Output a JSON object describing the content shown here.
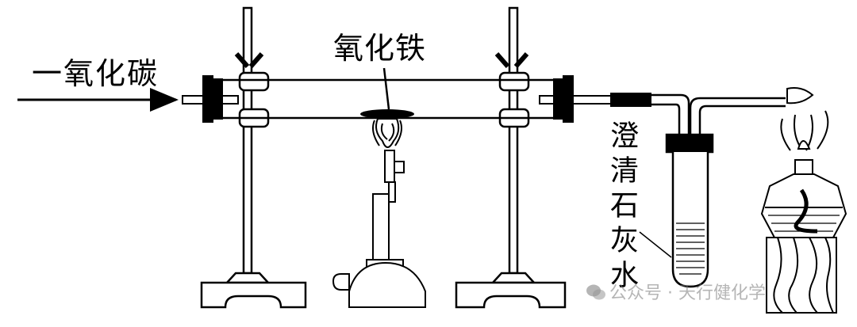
{
  "labels": {
    "carbon_monoxide": "一氧化碳",
    "ferric_oxide": "氧化铁",
    "limewater": "澄清石灰水"
  },
  "watermark": {
    "text": "公众号 · 天行健化学",
    "icon": "wechat-icon"
  },
  "colors": {
    "ink": "#000000",
    "paper": "#ffffff",
    "watermark": "#8a8a8a"
  }
}
